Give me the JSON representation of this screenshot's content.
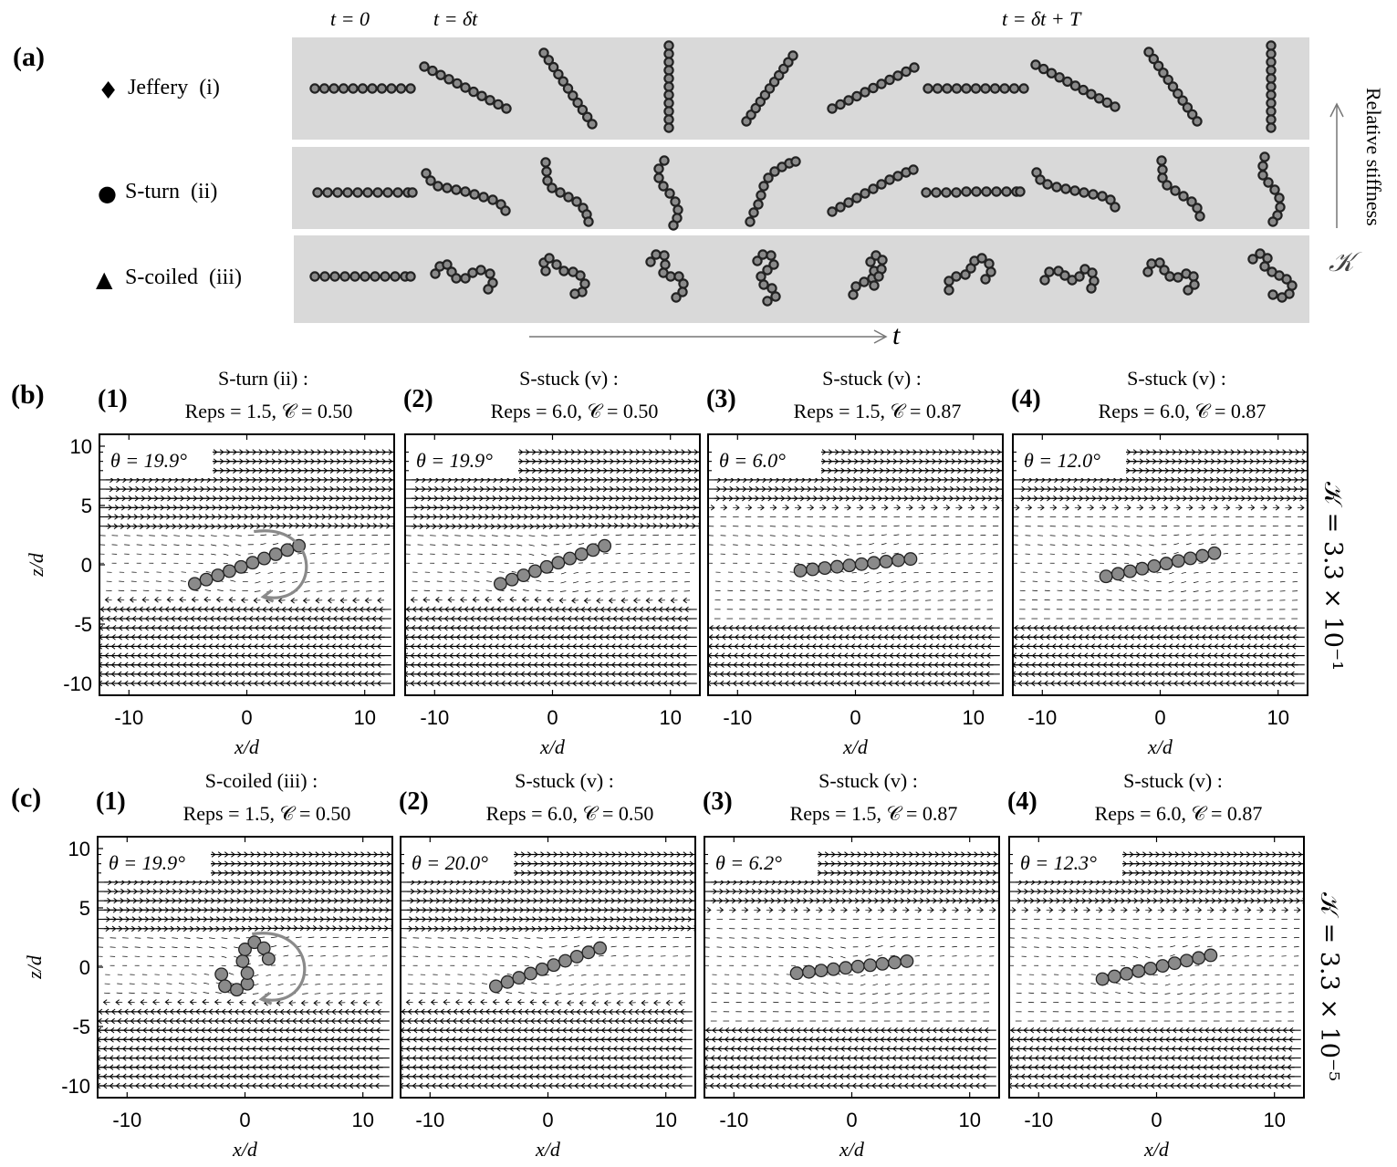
{
  "panel_a": {
    "label": "(a)",
    "time_labels": [
      "t = 0",
      "t = δt",
      "t = δt + T"
    ],
    "time_axis_label": "t",
    "stiffness_label": "Relative stiffness",
    "stiffness_symbol": "𝒦",
    "rows": [
      {
        "marker": "♦",
        "name": "Jeffery  (i)"
      },
      {
        "marker": "●",
        "name": "S-turn  (ii)"
      },
      {
        "marker": "▲",
        "name": "S-coiled  (iii)"
      }
    ]
  },
  "panel_b": {
    "label": "(b)",
    "side_label": "𝒦 = 3.3 × 10⁻¹",
    "subplots": [
      {
        "num": "(1)",
        "title1": "S-turn (ii) :",
        "title2": "Reps = 1.5, 𝒞 = 0.50",
        "theta": "θ = 19.9°"
      },
      {
        "num": "(2)",
        "title1": "S-stuck (v) :",
        "title2": "Reps = 6.0, 𝒞 = 0.50",
        "theta": "θ = 19.9°"
      },
      {
        "num": "(3)",
        "title1": "S-stuck (v) :",
        "title2": "Reps = 1.5, 𝒞 = 0.87",
        "theta": "θ = 6.0°"
      },
      {
        "num": "(4)",
        "title1": "S-stuck (v) :",
        "title2": "Reps = 6.0, 𝒞 = 0.87",
        "theta": "θ = 12.0°"
      }
    ]
  },
  "panel_c": {
    "label": "(c)",
    "side_label": "𝒦 = 3.3 × 10⁻⁵",
    "subplots": [
      {
        "num": "(1)",
        "title1": "S-coiled (iii) :",
        "title2": "Reps = 1.5, 𝒞 = 0.50",
        "theta": "θ = 19.9°"
      },
      {
        "num": "(2)",
        "title1": "S-stuck (v) :",
        "title2": "Reps = 6.0, 𝒞 = 0.50",
        "theta": "θ = 20.0°"
      },
      {
        "num": "(3)",
        "title1": "S-stuck (v) :",
        "title2": "Reps = 1.5, 𝒞 = 0.87",
        "theta": "θ = 6.2°"
      },
      {
        "num": "(4)",
        "title1": "S-stuck (v) :",
        "title2": "Reps = 6.0, 𝒞 = 0.87",
        "theta": "θ = 12.3°"
      }
    ]
  },
  "axes": {
    "xlabel": "x/d",
    "ylabel": "z/d",
    "xticks": [
      "-10",
      "0",
      "10"
    ],
    "yticks": [
      "10",
      "5",
      "0",
      "-5",
      "-10"
    ],
    "xlim": [
      -12.5,
      12.5
    ],
    "ylim": [
      -11,
      11
    ]
  },
  "chart_data": [
    {
      "type": "scatter",
      "title": "S-turn (ii) : Reps = 1.5, 𝒞 = 0.50",
      "xlabel": "x/d",
      "ylabel": "z/d",
      "xlim": [
        -12.5,
        12.5
      ],
      "ylim": [
        -11,
        11
      ],
      "filament_angle_deg": 19.9,
      "shape": "straight",
      "rotation_arrow": true
    },
    {
      "type": "scatter",
      "title": "S-stuck (v) : Reps = 6.0, 𝒞 = 0.50",
      "xlabel": "x/d",
      "ylabel": "z/d",
      "xlim": [
        -12.5,
        12.5
      ],
      "ylim": [
        -11,
        11
      ],
      "filament_angle_deg": 19.9,
      "shape": "straight",
      "rotation_arrow": false
    },
    {
      "type": "scatter",
      "title": "S-stuck (v) : Reps = 1.5, 𝒞 = 0.87",
      "xlabel": "x/d",
      "ylabel": "z/d",
      "xlim": [
        -12.5,
        12.5
      ],
      "ylim": [
        -11,
        11
      ],
      "filament_angle_deg": 6.0,
      "shape": "straight",
      "rotation_arrow": false
    },
    {
      "type": "scatter",
      "title": "S-stuck (v) : Reps = 6.0, 𝒞 = 0.87",
      "xlabel": "x/d",
      "ylabel": "z/d",
      "xlim": [
        -12.5,
        12.5
      ],
      "ylim": [
        -11,
        11
      ],
      "filament_angle_deg": 12.0,
      "shape": "straight",
      "rotation_arrow": false
    },
    {
      "type": "scatter",
      "title": "S-coiled (iii) : Reps = 1.5, 𝒞 = 0.50",
      "xlabel": "x/d",
      "ylabel": "z/d",
      "xlim": [
        -12.5,
        12.5
      ],
      "ylim": [
        -11,
        11
      ],
      "filament_angle_deg": 19.9,
      "shape": "coiled",
      "beads": [
        [
          -2.0,
          -0.6
        ],
        [
          -1.7,
          -1.6
        ],
        [
          -0.7,
          -1.9
        ],
        [
          0.2,
          -1.4
        ],
        [
          0.2,
          -0.5
        ],
        [
          -0.2,
          0.5
        ],
        [
          0.0,
          1.5
        ],
        [
          0.8,
          2.1
        ],
        [
          1.6,
          1.6
        ],
        [
          2.0,
          0.7
        ]
      ],
      "rotation_arrow": true
    },
    {
      "type": "scatter",
      "title": "S-stuck (v) : Reps = 6.0, 𝒞 = 0.50",
      "xlabel": "x/d",
      "ylabel": "z/d",
      "xlim": [
        -12.5,
        12.5
      ],
      "ylim": [
        -11,
        11
      ],
      "filament_angle_deg": 20.0,
      "shape": "straight",
      "rotation_arrow": false
    },
    {
      "type": "scatter",
      "title": "S-stuck (v) : Reps = 1.5, 𝒞 = 0.87",
      "xlabel": "x/d",
      "ylabel": "z/d",
      "xlim": [
        -12.5,
        12.5
      ],
      "ylim": [
        -11,
        11
      ],
      "filament_angle_deg": 6.2,
      "shape": "straight",
      "rotation_arrow": false
    },
    {
      "type": "scatter",
      "title": "S-stuck (v) : Reps = 6.0, 𝒞 = 0.87",
      "xlabel": "x/d",
      "ylabel": "z/d",
      "xlim": [
        -12.5,
        12.5
      ],
      "ylim": [
        -11,
        11
      ],
      "filament_angle_deg": 12.3,
      "shape": "straight",
      "rotation_arrow": false
    }
  ]
}
